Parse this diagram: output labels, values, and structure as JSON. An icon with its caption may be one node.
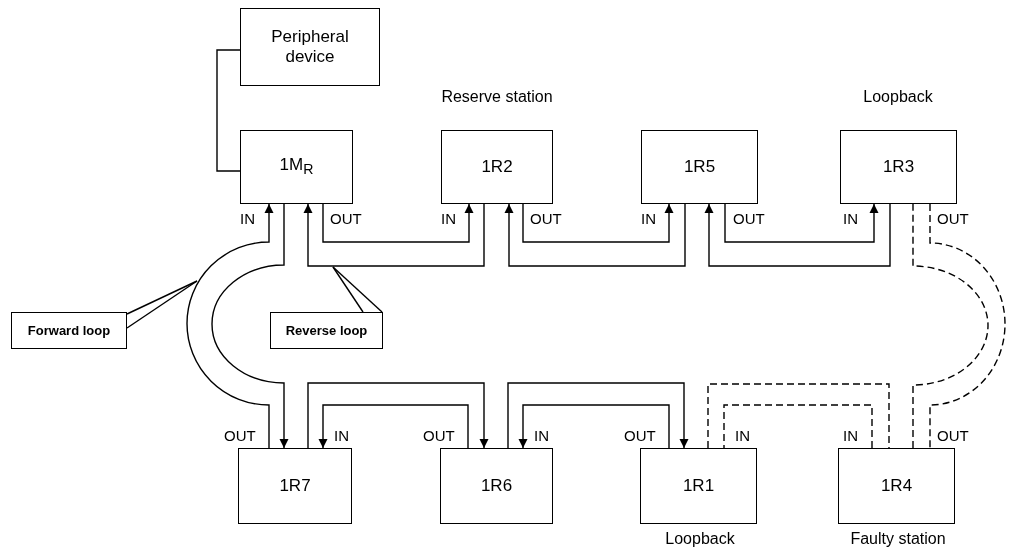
{
  "diagram": {
    "nodes": [
      {
        "text": [
          "Peripheral device"
        ]
      },
      {
        "text": [
          "1M$_{R}$"
        ]
      },
      {
        "text": [
          "1R2"
        ],
        "beside": [
          "Reserve station"
        ]
      },
      {
        "text": [
          "1R5"
        ]
      },
      {
        "text": [
          "1R3"
        ],
        "beside": [
          "Loopback"
        ]
      },
      {
        "text": [
          "1R7"
        ]
      },
      {
        "text": [
          "1R6"
        ]
      },
      {
        "text": [
          "1R1"
        ],
        "beside": [
          "Loopback"
        ]
      },
      {
        "text": [
          "1R4"
        ],
        "beside": [
          "Faulty station"
        ]
      },
      {
        "text": [
          "Forward loop"
        ]
      },
      {
        "text": [
          "Reverse loop"
        ]
      }
    ],
    "edges": [
      {
        "from": 0,
        "to": 1,
        "arrow": "none"
      },
      {
        "from": 1,
        "to": 2,
        "arrow": "to"
      },
      {
        "from": 2,
        "to": 3,
        "arrow": "to"
      },
      {
        "from": 3,
        "to": 4,
        "arrow": "to"
      },
      {
        "from": 4,
        "to": 8,
        "arrow": "none",
        "style": "dashed"
      },
      {
        "from": 8,
        "to": 7,
        "arrow": "none",
        "style": "dashed"
      },
      {
        "from": 7,
        "to": 6,
        "arrow": "to"
      },
      {
        "from": 6,
        "to": 5,
        "arrow": "to"
      },
      {
        "from": 5,
        "to": 1,
        "arrow": "to"
      },
      {
        "from": 1,
        "to": 5,
        "arrow": "to"
      },
      {
        "from": 5,
        "to": 6,
        "arrow": "to"
      },
      {
        "from": 6,
        "to": 7,
        "arrow": "to"
      },
      {
        "from": 7,
        "to": 8,
        "arrow": "none",
        "style": "dashed"
      },
      {
        "from": 8,
        "to": 4,
        "arrow": "none",
        "style": "dashed"
      },
      {
        "from": 4,
        "to": 3,
        "arrow": "to"
      },
      {
        "from": 3,
        "to": 2,
        "arrow": "to"
      },
      {
        "from": 2,
        "to": 1,
        "arrow": "to"
      },
      {
        "from": 9,
        "to": null,
        "arrow": "none"
      },
      {
        "from": 10,
        "to": null,
        "arrow": "none"
      },
      {
        "from": 9,
        "to": null,
        "arrow": "none"
      },
      {
        "from": 10,
        "to": null,
        "arrow": "none"
      }
    ],
    "labels": [
      "IN",
      "OUT",
      "IN",
      "OUT",
      "IN",
      "OUT",
      "IN",
      "OUT",
      "OUT",
      "IN",
      "OUT",
      "IN",
      "OUT",
      "IN",
      "IN",
      "OUT"
    ]
  }
}
